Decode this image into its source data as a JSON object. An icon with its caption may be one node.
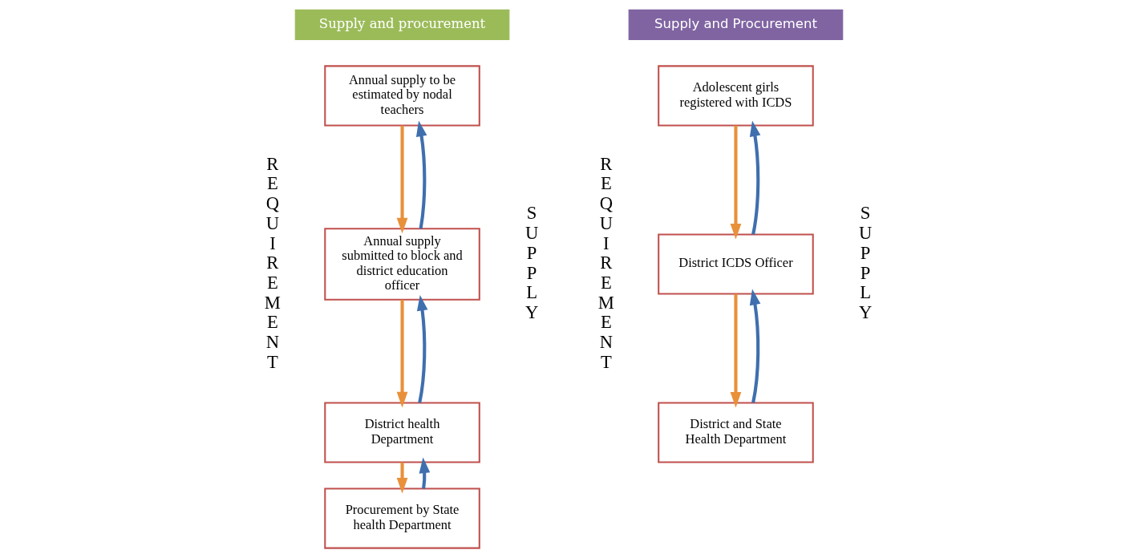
{
  "diagram": {
    "nodes": [
      {
        "text": [
          "Supply and procurement"
        ]
      },
      {
        "text": [
          "Annual supply to be estimated by nodal teachers"
        ]
      },
      {
        "text": [
          "Annual supply submitted to block and district education officer"
        ]
      },
      {
        "text": [
          "District health Department"
        ]
      },
      {
        "text": [
          "Procurement by State health Department"
        ]
      },
      {
        "text": [
          "Supply and Procurement"
        ]
      },
      {
        "text": [
          "Adolescent girls registered with ICDS"
        ]
      },
      {
        "text": [
          "District ICDS Officer"
        ]
      },
      {
        "text": [
          "District and State Health Department"
        ]
      }
    ],
    "edges": [
      {
        "from": 1,
        "to": 2,
        "arrow": "to",
        "color": "#e8913a"
      },
      {
        "from": 2,
        "to": 3,
        "arrow": "to",
        "color": "#e8913a"
      },
      {
        "from": 3,
        "to": 4,
        "arrow": "to",
        "color": "#e8913a"
      },
      {
        "from": 2,
        "to": 1,
        "arrow": "to",
        "color": "#3f6fae"
      },
      {
        "from": 3,
        "to": 2,
        "arrow": "to",
        "color": "#3f6fae"
      },
      {
        "from": 4,
        "to": 3,
        "arrow": "to",
        "color": "#3f6fae"
      },
      {
        "from": 6,
        "to": 7,
        "arrow": "to",
        "color": "#e8913a"
      },
      {
        "from": 7,
        "to": 8,
        "arrow": "to",
        "color": "#e8913a"
      },
      {
        "from": 7,
        "to": 6,
        "arrow": "to",
        "color": "#3f6fae"
      },
      {
        "from": 8,
        "to": 7,
        "arrow": "to",
        "color": "#3f6fae"
      }
    ],
    "labels": [
      "REQUIREMENT",
      "SUPPLY",
      "REQUIREMENT",
      "SUPPLY"
    ]
  }
}
